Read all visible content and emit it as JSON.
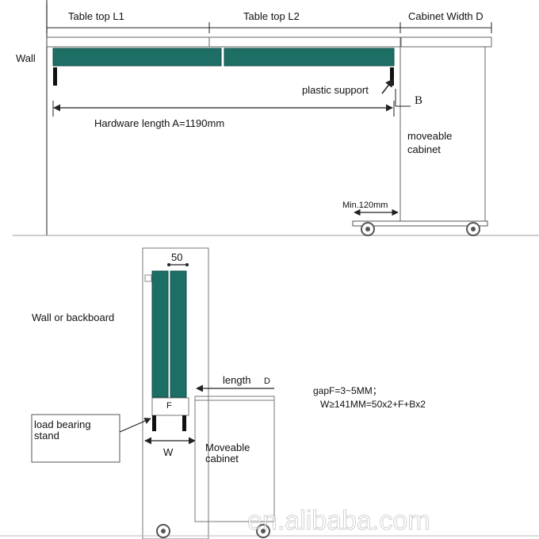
{
  "top_view": {
    "labels": {
      "table_top_l1": "Table top L1",
      "table_top_l2": "Table top L2",
      "cabinet_width": "Cabinet Width D",
      "wall": "Wall",
      "plastic_support": "plastic support",
      "b": "B",
      "hardware_length": "Hardware length A=1190mm",
      "moveable_cabinet_1": "moveable",
      "moveable_cabinet_2": "cabinet",
      "min_clearance": "Min.120mm"
    },
    "colors": {
      "table_top": "#1d6f66",
      "support": "#111111",
      "line": "#222222"
    }
  },
  "side_view": {
    "labels": {
      "dim_50": "50",
      "wall_or_backboard": "Wall or backboard",
      "length": "length",
      "d": "D",
      "gap_formula": "gapF=3~5MM；",
      "w_formula": "W≥141MM=50x2+F+Bx2",
      "f": "F",
      "load_bearing_1": "load bearing",
      "load_bearing_2": "stand",
      "w": "W",
      "moveable_cabinet_1": "Moveable",
      "moveable_cabinet_2": "cabinet"
    }
  },
  "watermark": "en.alibaba.com"
}
